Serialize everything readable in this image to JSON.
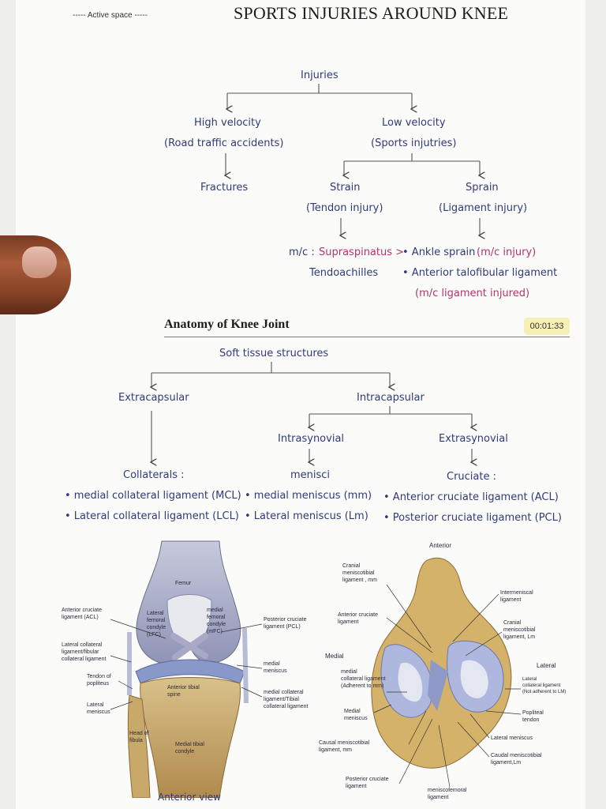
{
  "header": {
    "active_space": "----- Active space -----",
    "title": "SPORTS INJURIES AROUND KNEE"
  },
  "injuries_tree": {
    "root": "Injuries",
    "high_velocity": "High velocity",
    "high_velocity_sub": "(Road traffic accidents)",
    "fractures": "Fractures",
    "low_velocity": "Low velocity",
    "low_velocity_sub": "(Sports injutries)",
    "strain": "Strain",
    "strain_sub": "(Tendon injury)",
    "sprain": "Sprain",
    "sprain_sub": "(Ligament injury)",
    "mc_prefix": "m/c :",
    "mc_value": "Supraspinatus >",
    "tendoachilles": "Tendoachilles",
    "bullet1_text": "• Ankle sprain",
    "bullet1_note": "(m/c injury)",
    "bullet2_text": "• Anterior talofibular ligament",
    "bullet2_note": "(m/c ligament injured)"
  },
  "anatomy": {
    "section_title": "Anatomy of Knee Joint",
    "timer": "00:01:33",
    "root": "Soft tissue structures",
    "extracapsular": "Extracapsular",
    "intracapsular": "Intracapsular",
    "intrasynovial": "Intrasynovial",
    "extrasynovial": "Extrasynovial",
    "collaterals": "Collaterals :",
    "mcl": "• medial collateral ligament (MCL)",
    "lcl": "• Lateral collateral ligament (LCL)",
    "menisci": "menisci",
    "mm": "• medial meniscus (mm)",
    "lm": "• Lateral meniscus (Lm)",
    "cruciate": "Cruciate :",
    "acl": "• Anterior cruciate ligament (ACL)",
    "pcl": "• Posterior cruciate ligament (PCL)"
  },
  "figure_left": {
    "femur": "Femur",
    "lfc": "Lateral\nfemoral\ncondyle\n(LFC)",
    "mfc": "medial\nfemoral\ncondyle\n(mFC)",
    "acl": "Anterior cruciate\nligament (ACL)",
    "lcl": "Lateral collateral\nligament/fibular\ncollateral ligament",
    "tendon": "Tendon of\npopliteus",
    "lm": "Lateral\nmeniscus",
    "pcl": "Posterior cruciate\nligament (PCL)",
    "mm": "medial\nmeniscus",
    "mcl": "medial collateral\nligament/Tibial\ncollateral ligament",
    "spine": "Anterior tibial\nspine",
    "fibula": "Head of\nfibula",
    "mtc": "Medial tibial\ncondyle",
    "view": "Anterior view"
  },
  "figure_right": {
    "anterior": "Anterior",
    "cranial_mm": "Cranial\nmeniscotibial\nligament , mm",
    "acl": "Anterior cruciate\nligament",
    "medial": "Medial",
    "medial_cl": "medial\ncollateral ligament\n(Adherent to mm)",
    "medial_meniscus": "Medial\nmeniscus",
    "caudal_mm": "Causal meniscotibial\nligament, mm",
    "pcl": "Posterior cruciate\nligament",
    "menisco": "meniscofemoral\nligament",
    "intermeniscal": "Intermeniscal\nligament",
    "cranial_lm": "Cranial\nmeniscotibial\nligament, Lm",
    "lateral": "Lateral",
    "lateral_cl": "Lateral\ncollateral ligament\n(Not adherent to LM)",
    "popliteal": "Popliteal\ntendon",
    "lateral_meniscus": "Lateral meniscus",
    "caudal_lm": "Caudal meniscotibial\nligament,Lm"
  }
}
